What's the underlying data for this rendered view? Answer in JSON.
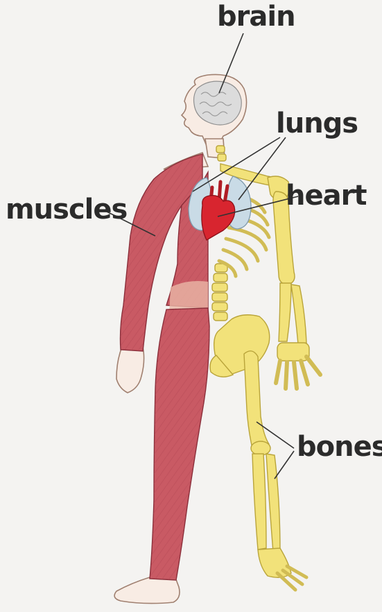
{
  "labels": {
    "brain": "brain",
    "lungs": "lungs",
    "heart": "heart",
    "muscles": "muscles",
    "bones": "bones"
  },
  "colors": {
    "background": "#f4f3f1",
    "skin": "#f8ece4",
    "muscle": "#c95a64",
    "bone": "#f2e27a",
    "lung": "#c9dbe6",
    "heart": "#d8252f",
    "brain": "#dcdcdc",
    "text": "#2b2b2b"
  }
}
